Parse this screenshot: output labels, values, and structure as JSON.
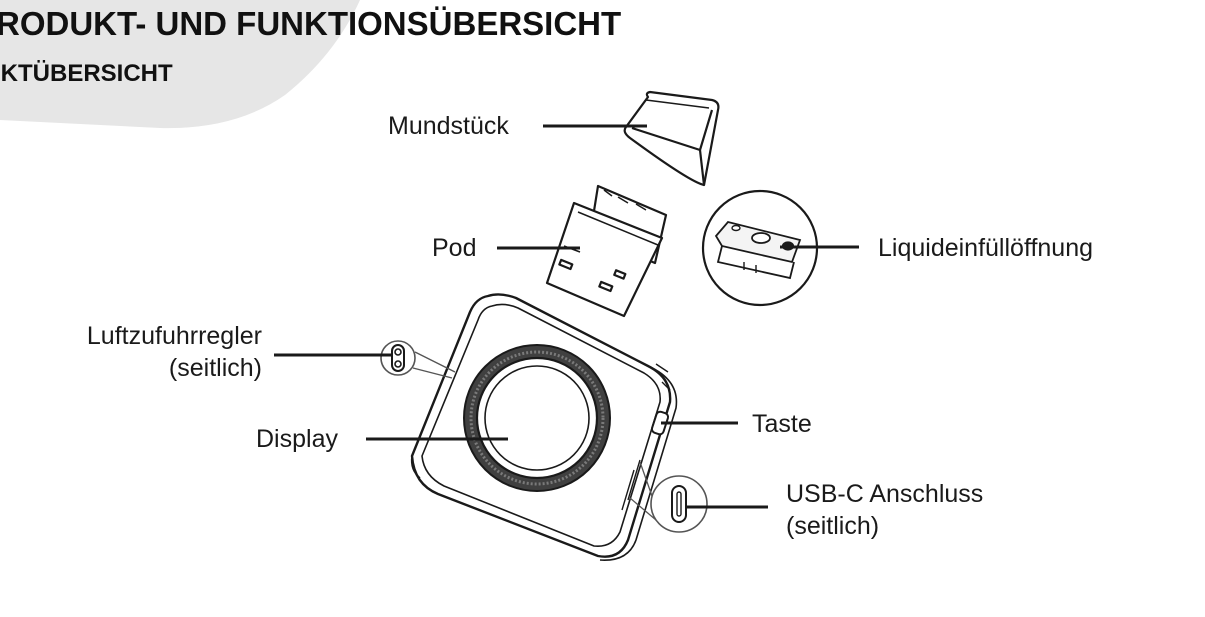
{
  "header": {
    "title": "PRODUKT- UND FUNKTIONSÜBERSICHT",
    "subtitle": "DUKTÜBERSICHT"
  },
  "labels": {
    "mouthpiece": "Mundstück",
    "pod": "Pod",
    "refill": "Liquideinfüllöffnung",
    "airflow_line1": "Luftzufuhrregler",
    "airflow_line2": "(seitlich)",
    "display": "Display",
    "button": "Taste",
    "usb_line1": "USB-C Anschluss",
    "usb_line2": "(seitlich)"
  },
  "colors": {
    "line": "#1a1a1a",
    "accent_shape": "#e6e6e6"
  }
}
